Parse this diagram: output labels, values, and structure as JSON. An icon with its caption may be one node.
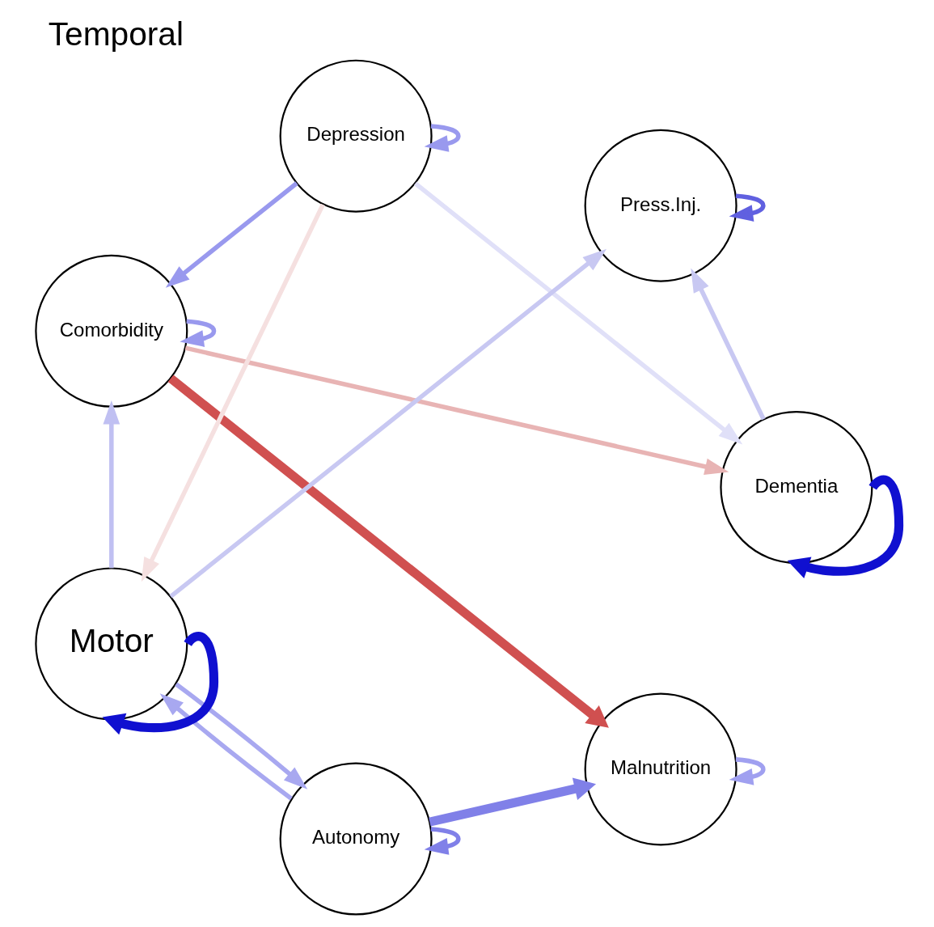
{
  "diagram": {
    "title": "Temporal",
    "nodes": [
      {
        "text": [
          "Comorbidity"
        ]
      },
      {
        "text": [
          "Malnutrition"
        ]
      },
      {
        "text": [
          "Depression"
        ]
      },
      {
        "text": [
          "Autonomy"
        ]
      },
      {
        "text": [
          "Dementia"
        ]
      },
      {
        "text": [
          "Motor"
        ]
      },
      {
        "text": [
          "Press.Inj."
        ]
      }
    ],
    "edges": [
      {
        "from": 0,
        "to": 0,
        "arrow": "to",
        "color": "#9999ee"
      },
      {
        "from": 0,
        "to": 1,
        "arrow": "to",
        "style": "thick",
        "color": "#d05050"
      },
      {
        "from": 2,
        "to": 0,
        "arrow": "to",
        "color": "#9999ee"
      },
      {
        "from": 0,
        "to": 4,
        "arrow": "to",
        "color": "#e8b4b4"
      },
      {
        "from": 5,
        "to": 0,
        "arrow": "to",
        "color": "#c0c0f2"
      },
      {
        "from": 1,
        "to": 1,
        "arrow": "to",
        "color": "#a0a0f0"
      },
      {
        "from": 2,
        "to": 2,
        "arrow": "to",
        "color": "#9999ee"
      },
      {
        "from": 2,
        "to": 4,
        "arrow": "to",
        "color": "#e0e0f8"
      },
      {
        "from": 2,
        "to": 5,
        "arrow": "to",
        "color": "#f5e0e0"
      },
      {
        "from": 3,
        "to": 1,
        "arrow": "to",
        "style": "thick",
        "color": "#8080e8"
      },
      {
        "from": 3,
        "to": 3,
        "arrow": "to",
        "color": "#8080e8"
      },
      {
        "from": 3,
        "to": 5,
        "arrow": "to",
        "color": "#a8a8f0"
      },
      {
        "from": 5,
        "to": 3,
        "arrow": "to",
        "color": "#a8a8f0"
      },
      {
        "from": 4,
        "to": 4,
        "arrow": "to",
        "style": "thick",
        "color": "#1010d0"
      },
      {
        "from": 4,
        "to": 6,
        "arrow": "to",
        "color": "#c8c8f2"
      },
      {
        "from": 5,
        "to": 5,
        "arrow": "to",
        "style": "thick",
        "color": "#1010d0"
      },
      {
        "from": 5,
        "to": 6,
        "arrow": "to",
        "color": "#c8c8f2"
      },
      {
        "from": 6,
        "to": 6,
        "arrow": "to",
        "color": "#6060e0"
      }
    ]
  }
}
